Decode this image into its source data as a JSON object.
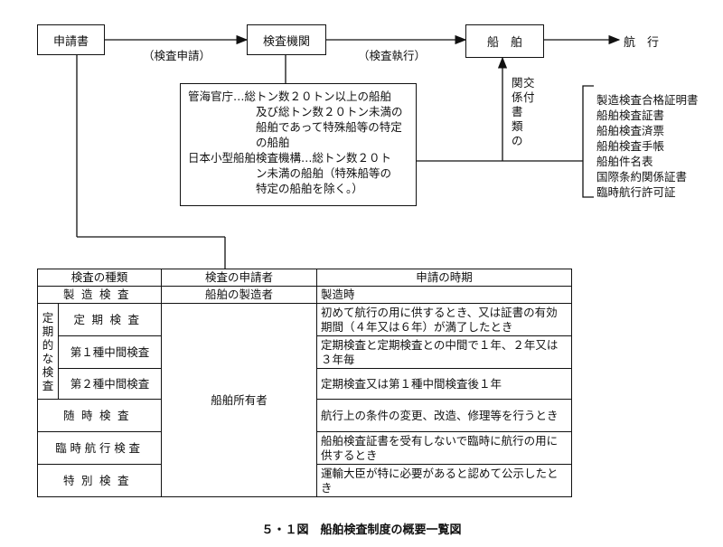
{
  "flow": {
    "applicant": "申請書",
    "agency": "検査機関",
    "ship": "船　舶",
    "sailing": "航　行",
    "apply_label": "（検査申請）",
    "execute_label": "（検査執行）"
  },
  "authorities": {
    "line1": "管海官庁…総トン数２０トン以上の船舶",
    "line2": "及び総トン数２０トン未満の",
    "line3": "船舶であって特殊船等の特定",
    "line4": "の船舶",
    "line5": "日本小型船舶検査機構…総トン数２０ト",
    "line6": "ン未満の船舶（特殊船等の",
    "line7": "特定の船舶を除く。）"
  },
  "documents_label": {
    "col1": [
      "関",
      "係",
      "書",
      "類",
      "の"
    ],
    "col2": [
      "交",
      "付"
    ]
  },
  "certificates": [
    "製造検査合格証明書",
    "船舶検査証書",
    "船舶検査済票",
    "船舶検査手帳",
    "船舶件名表",
    "国際条約関係証書",
    "臨時航行許可証"
  ],
  "table": {
    "headers": [
      "検査の種類",
      "検査の申請者",
      "申請の時期"
    ],
    "manufacture": {
      "type": "製造検査",
      "applicant": "船舶の製造者",
      "timing": "製造時"
    },
    "periodic_group": "定期的な検査",
    "periodic_rows": [
      {
        "type": "定期検査",
        "timing": "初めて航行の用に供するとき、又は証書の有効期間（４年又は６年）が満了したとき"
      },
      {
        "type": "第１種中間検査",
        "timing": "定期検査と定期検査との中間で１年、２年又は３年毎"
      },
      {
        "type": "第２種中間検査",
        "timing": "定期検査又は第１種中間検査後１年"
      }
    ],
    "owner": "船舶所有者",
    "other_rows": [
      {
        "type": "随時検査",
        "timing": "航行上の条件の変更、改造、修理等を行うとき"
      },
      {
        "type": "臨時航行検査",
        "timing": "船舶検査証書を受有しないで臨時に航行の用に供するとき"
      },
      {
        "type": "特別検査",
        "timing": "運輸大臣が特に必要があると認めて公示したとき"
      }
    ]
  },
  "caption": "５・１図　船舶検査制度の概要一覧図"
}
